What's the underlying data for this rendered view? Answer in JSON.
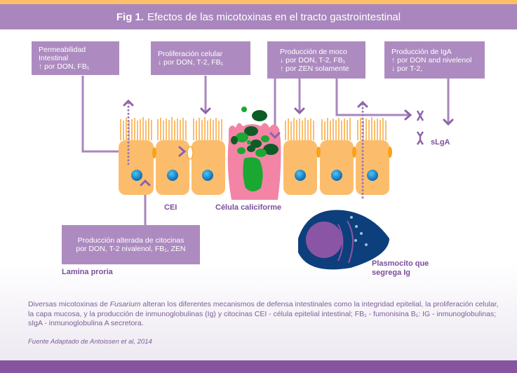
{
  "header": {
    "fig_label": "Fig 1.",
    "title": "Efectos de las micotoxinas en el tracto gastrointestinal"
  },
  "boxes": [
    {
      "lines": [
        "Permeabilidad Intestinal",
        "↑ por DON, FB₁"
      ]
    },
    {
      "lines": [
        "Proliferación celular",
        "↓ por DON, T-2, FB₁"
      ]
    },
    {
      "lines": [
        "Producción de moco",
        "↓ por DON, T-2, FB₁",
        "↑ por ZEN solamente"
      ]
    },
    {
      "lines": [
        "Producción de IgA",
        "↑ por DON and  nivelenol",
        "↓ por T-2,"
      ]
    },
    {
      "lines": [
        "Producción alterada de citocinas",
        "por DON, T-2 nivalenol, FB₁, ZEN"
      ]
    }
  ],
  "labels": {
    "cei": "CEI",
    "goblet": "Célula caliciforme",
    "slga": "sLgA",
    "lamina": "Lamina proria",
    "plasma_line1": "Plasmocito que",
    "plasma_line2": "segrega Ig"
  },
  "caption": {
    "part1": "Diversas micotoxinas de ",
    "italic": "Fusarium",
    "part2": " alteran los diferentes mecanismos de defensa intestinales como la integridad epitelial, la proliferación celular, la capa mucosa, y la producción de inmunoglobulinas (Ig) y citocinas CEI - célula epitelial intestinal; FB₁ - fumonisina B₁: IG - inmunoglobulinas; sIgA - inmunoglobulina A secretora."
  },
  "source": "Fuente Adaptado de Antoissen et al, 2014",
  "colors": {
    "accent_purple": "#a986bd",
    "arrow_purple": "#8d63aa",
    "cell_orange": "#fbbd6c",
    "junction_orange": "#f7a21b",
    "nucleus_blue": "#1883c6",
    "goblet_pink": "#f384a6",
    "mucus_green": "#1aa832",
    "mucus_dark": "#0d5c26",
    "plasma_blue": "#0d3f7c",
    "plasma_nucleus": "#8b55a5"
  }
}
